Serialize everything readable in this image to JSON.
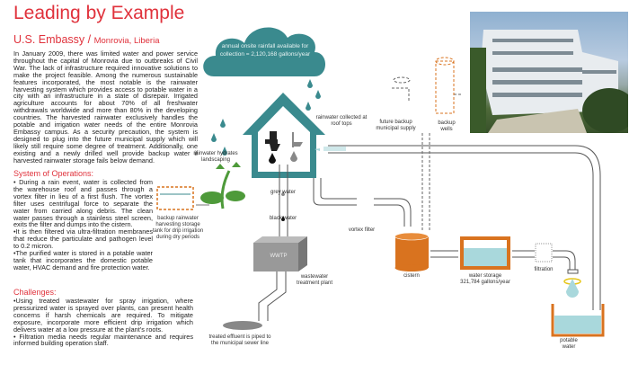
{
  "title": "Leading by Example",
  "subtitle": {
    "main": "U.S. Embassy / ",
    "location": "Monrovia, Liberia"
  },
  "intro": "In January 2009, there was limited water and power service throughout the capital of Monrovia due to outbreaks of Civil War. The lack of infrastructure required innovative solutions to make the project feasible. Among the numerous sustainable features incorporated, the most notable is the rainwater harvesting system which provides access to potable water in a city with an infrastructure in a state of disrepair. Irrigated agriculture accounts for about 70% of all freshwater withdrawals worldwide and more than 80% in the developing countries. The harvested rainwater exclusively handles the potable and irrigation water needs of the entire Monrovia Embassy campus. As a security precaution, the system is designed to plug into the future municipal supply which will likely still require some degree of treatment. Additionally, one existing and a newly drilled well provide backup water if harvested rainwater storage fails below demand.",
  "operations": {
    "heading": "System of Operations:",
    "items": [
      "• During a rain event, water is collected from the warehouse roof and passes through a vortex filter in lieu of a first flush. The vortex filter uses centrifugal force to separate the water from carried along debris. The clean water passes through a stainless steel screen, exits the filter and dumps into the cistern.",
      "•It is then filtered via ultra-filtration membranes that reduce the particulate and pathogen level to 0.2 micron.",
      "•The purified water is stored in a potable water tank that incorporates the domestic potable water, HVAC demand and fire protection water."
    ]
  },
  "challenges": {
    "heading": "Challenges:",
    "items": [
      "•Using treated wastewater for spray irrigation, where pressurized water is sprayed over plants, can present health concerns if harsh chemicals are required. To mitigate exposure, incorporate more efficient drip irrigation which delivers water at a low pressure at the plant’s roots.",
      "•  Filtration media needs regular maintenance and requires informed building operation staff."
    ]
  },
  "diagram": {
    "cloud": "annual onsite rainfall available for collection = 2,120,168 gallons/year",
    "rooftops": "rainwater collected at roof tops",
    "landscaping": "rainwater hydrates landscaping",
    "backup_tank": "backup rainwater harvesting storage tank for drip irrigation during dry periods",
    "grey_water": "grey water",
    "black_water": "black water",
    "wwtp": "WWTP",
    "wwtp_label": "wastewater treatment plant",
    "effluent": "treated effluent is piped to the municipal sewer line",
    "vortex": "vortex filter",
    "cistern": "cistern",
    "storage": "water storage",
    "storage_amount": "321,784 gallons/year",
    "filtration": "filtration",
    "potable": "potable water",
    "municipal": "future backup municipal supply",
    "wells": "backup wells"
  },
  "colors": {
    "accent": "#e0323c",
    "teal": "#3a8a8e",
    "orange": "#d9731f",
    "water": "#a9d8dc",
    "gray": "#888888"
  }
}
